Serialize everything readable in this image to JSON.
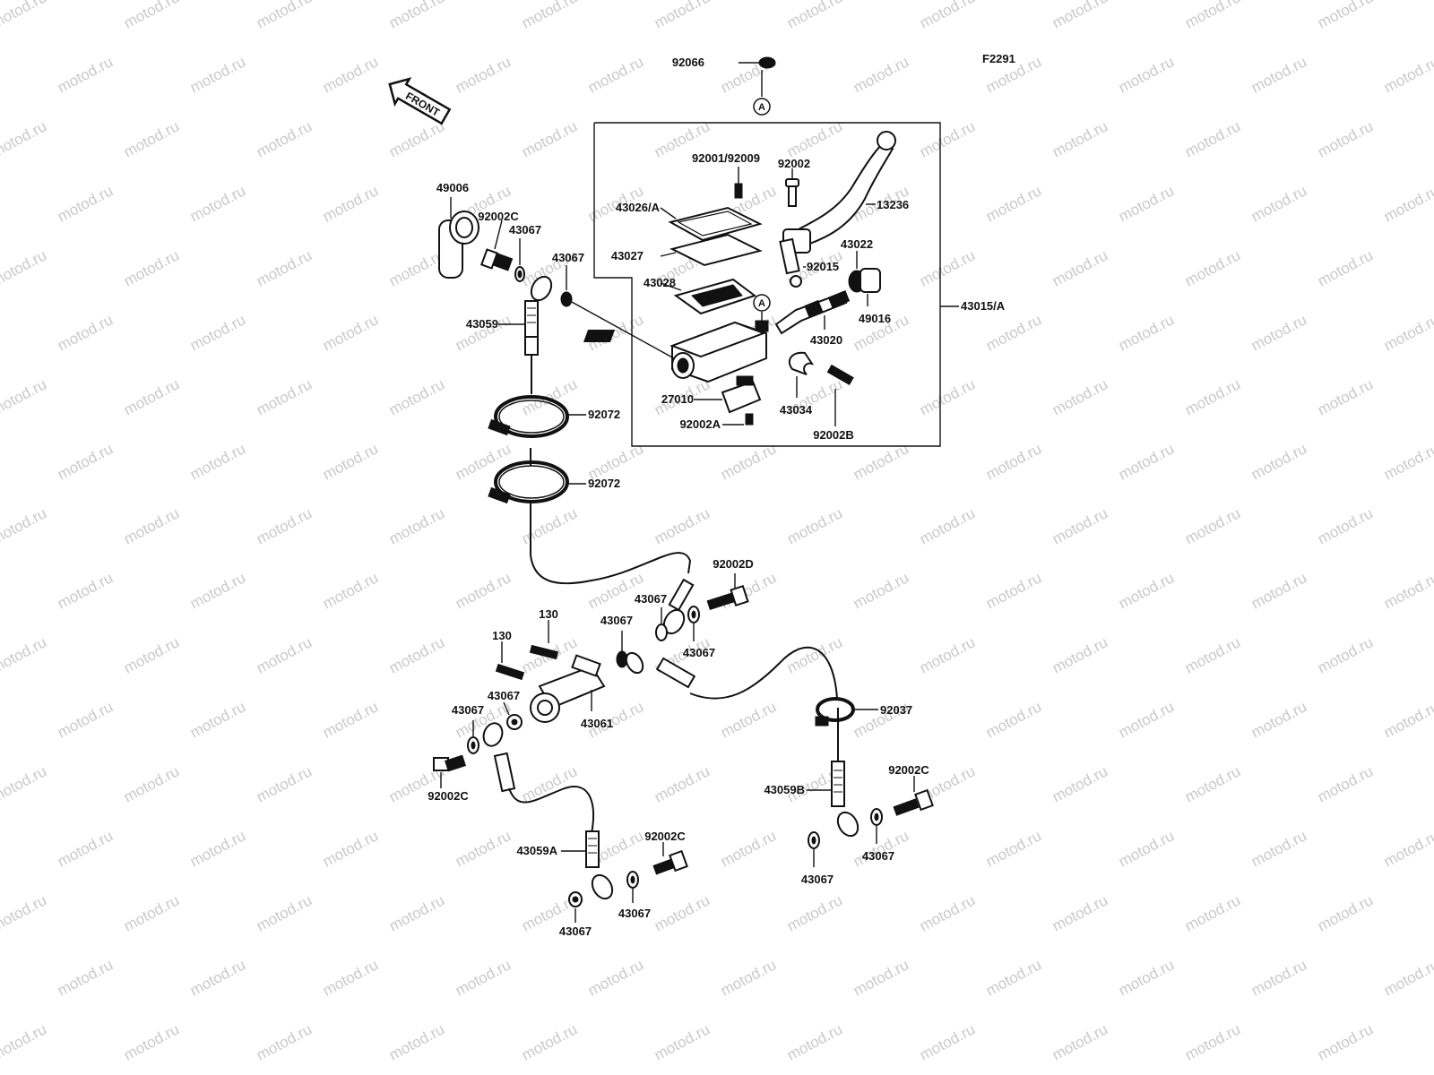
{
  "figure_code": "F2291",
  "watermark": "motod.ru",
  "front_arrow_label": "FRONT",
  "ref_marker": "A",
  "labels": {
    "p92066": "92066",
    "p92001": "92001/92009",
    "p92002": "92002",
    "p13236": "13236",
    "p43026": "43026/A",
    "p43027": "43027",
    "p43028": "43028",
    "p43022": "43022",
    "p92015": "92015",
    "p49016": "49016",
    "p43015": "43015/A",
    "p43020": "43020",
    "p27010": "27010",
    "p43034": "43034",
    "p92002A": "92002A",
    "p92002B": "92002B",
    "p49006": "49006",
    "p92002C_top": "92002C",
    "p43067_a": "43067",
    "p43067_b": "43067",
    "p43059": "43059",
    "p92072_a": "92072",
    "p92072_b": "92072",
    "p92002D": "92002D",
    "p43067_c": "43067",
    "p43067_d": "43067",
    "p43067_e": "43067",
    "p130_a": "130",
    "p130_b": "130",
    "p43067_f": "43067",
    "p43067_g": "43067",
    "p43061": "43061",
    "p92037": "92037",
    "p92002C_left": "92002C",
    "p43059B": "43059B",
    "p92002C_right": "92002C",
    "p43059A": "43059A",
    "p92002C_bottom": "92002C",
    "p43067_h": "43067",
    "p43067_i": "43067",
    "p43067_j": "43067",
    "p43067_k": "43067"
  }
}
